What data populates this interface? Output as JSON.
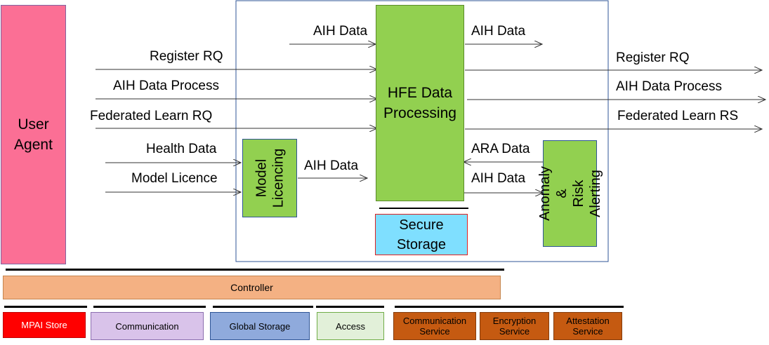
{
  "user_agent": {
    "label": "User\nAgent",
    "color": "#fb6f95"
  },
  "hfe": {
    "label": "HFE Data\nProcessing",
    "color": "#92d050"
  },
  "model_licencing": {
    "label": "Model\nLicencing"
  },
  "anomaly": {
    "label": "Anomaly &\nRisk Alerting"
  },
  "secure_storage": {
    "label": "Secure\nStorage",
    "color": "#7fdfff",
    "border": "#e02020"
  },
  "arrows": {
    "top_in": "AIH Data",
    "top_out": "AIH Data",
    "register_in": "Register RQ",
    "process_in": "AIH Data Process",
    "federated_in": "Federated Learn RQ",
    "health_in": "Health Data",
    "licence_in": "Model Licence",
    "ml_out": "AIH Data",
    "register_out": "Register RQ",
    "process_out": "AIH Data Process",
    "federated_out": "Federated Learn RS",
    "ara": "ARA Data",
    "aih_to_ara": "AIH Data"
  },
  "controller": {
    "label": "Controller",
    "color": "#f4b183"
  },
  "services": [
    {
      "label": "MPAI Store",
      "color": "#ff0000",
      "text_color": "#ffffff"
    },
    {
      "label": "Communication",
      "color": "#d9c3ea",
      "text_color": "#000000"
    },
    {
      "label": "Global Storage",
      "color": "#8faadc",
      "text_color": "#000000"
    },
    {
      "label": "Access",
      "color": "#e2f0d9",
      "text_color": "#000000"
    },
    {
      "label": "Communication\nService",
      "color": "#c55a11",
      "text_color": "#000000"
    },
    {
      "label": "Encryption\nService",
      "color": "#c55a11",
      "text_color": "#000000"
    },
    {
      "label": "Attestation\nService",
      "color": "#c55a11",
      "text_color": "#000000"
    }
  ]
}
